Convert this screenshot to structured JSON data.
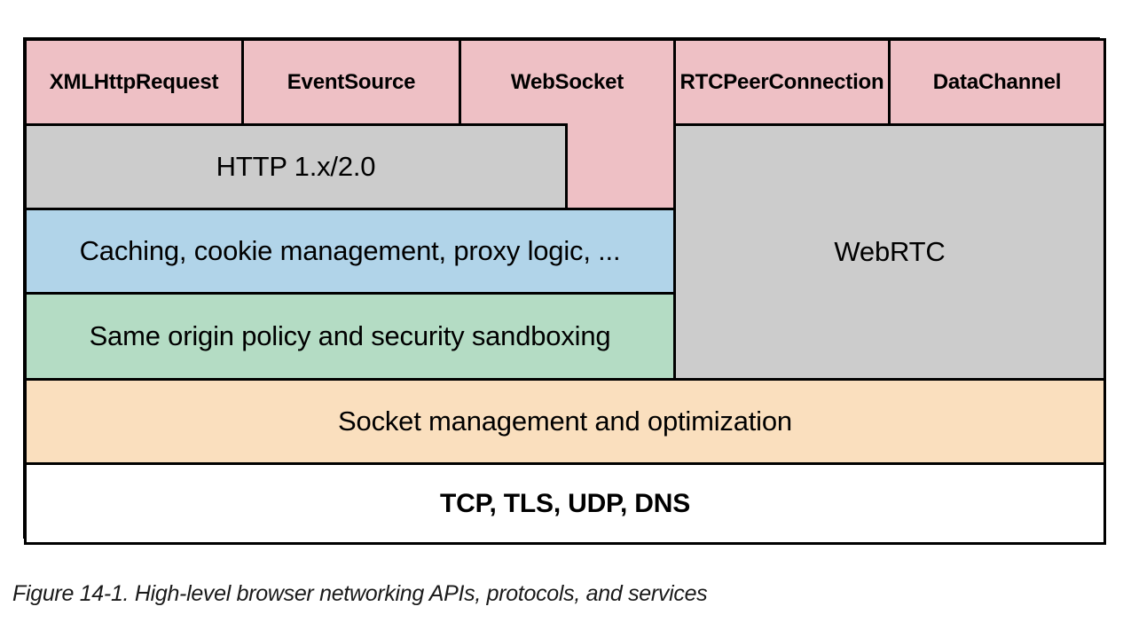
{
  "figure": {
    "caption": "Figure 14-1. High-level browser networking APIs, protocols, and services",
    "colors": {
      "api_pink": "#eec0c5",
      "protocol_gray": "#cccccc",
      "service_blue": "#b1d4e9",
      "security_green": "#b4dcc4",
      "socket_orange": "#fadfbe",
      "transport_white": "#ffffff",
      "stroke": "#000000"
    },
    "blocks": {
      "xmlhttprequest": "XMLHttpRequest",
      "eventsource": "EventSource",
      "websocket": "WebSocket",
      "rtcpeerconnection": "RTCPeerConnection",
      "datachannel": "DataChannel",
      "http": "HTTP 1.x/2.0",
      "webrtc": "WebRTC",
      "caching": "Caching, cookie management, proxy logic, ...",
      "same_origin": "Same origin policy and security sandboxing",
      "socket": "Socket management and optimization",
      "transport": "TCP, TLS, UDP, DNS"
    }
  }
}
